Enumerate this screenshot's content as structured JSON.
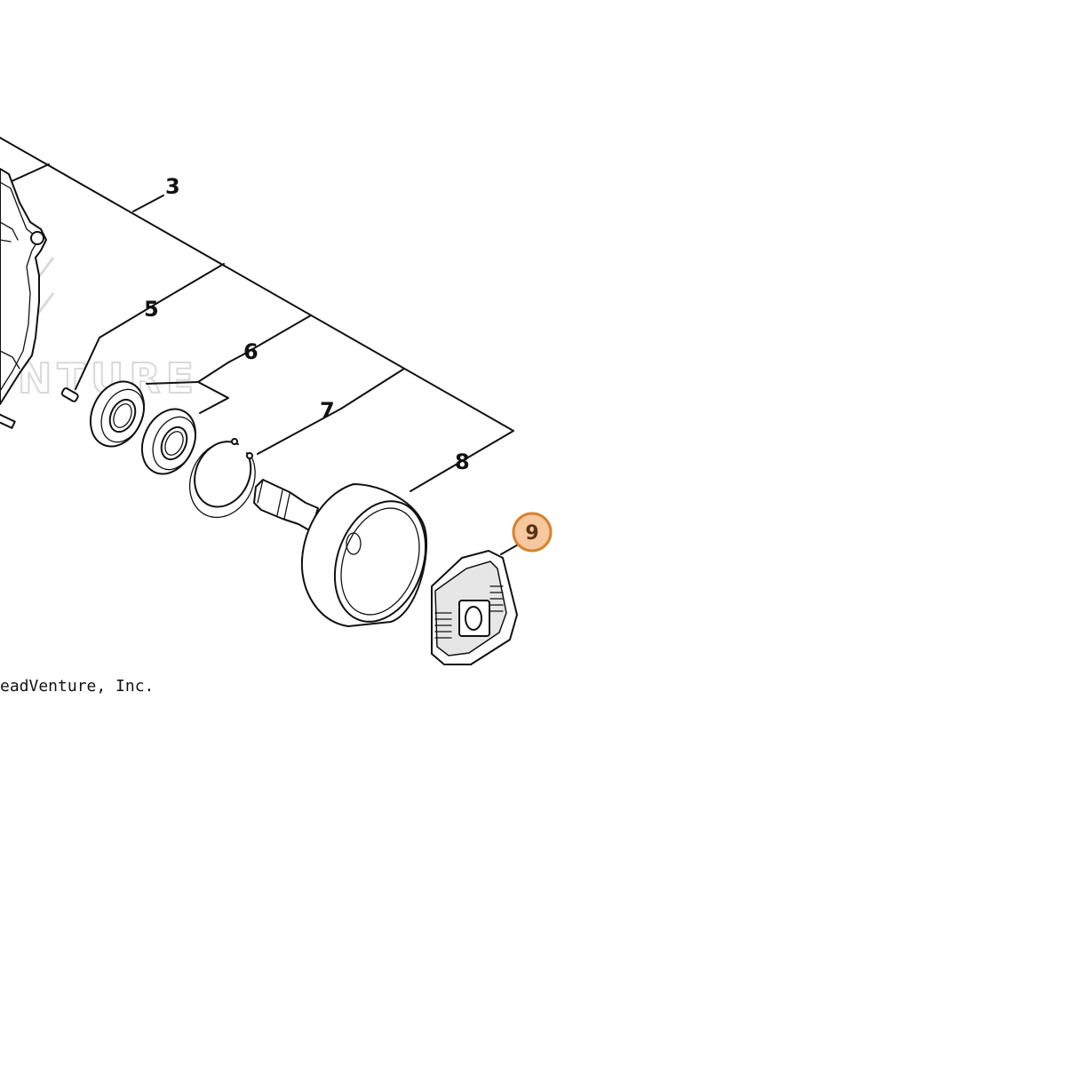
{
  "diagram": {
    "callouts": [
      {
        "id": "3",
        "label": "3"
      },
      {
        "id": "5",
        "label": "5"
      },
      {
        "id": "6",
        "label": "6"
      },
      {
        "id": "7",
        "label": "7"
      },
      {
        "id": "8",
        "label": "8"
      },
      {
        "id": "9",
        "label": "9",
        "highlighted": true
      }
    ],
    "copyright": "eadVenture, Inc.",
    "watermark": "NTURE",
    "colors": {
      "line": "#111111",
      "highlight_fill": "#f5c8a0",
      "highlight_stroke": "#d9812e",
      "watermark": "#d9d9d9"
    }
  }
}
